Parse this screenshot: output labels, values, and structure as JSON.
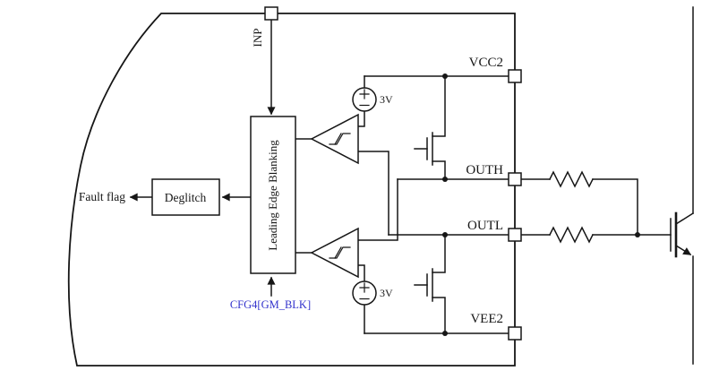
{
  "pins": {
    "inp": "INP",
    "vcc2": "VCC2",
    "outh": "OUTH",
    "outl": "OUTL",
    "vee2": "VEE2"
  },
  "blocks": {
    "leading_edge_blanking": "Leading Edge Blanking",
    "deglitch": "Deglitch"
  },
  "labels": {
    "fault_flag": "Fault flag",
    "cfg4": "CFG4[GM_BLK]",
    "source_top": "3V",
    "source_bottom": "3V"
  },
  "colors": {
    "wire": "#161616",
    "cfg_text": "#3333cc",
    "background": "#ffffff"
  }
}
